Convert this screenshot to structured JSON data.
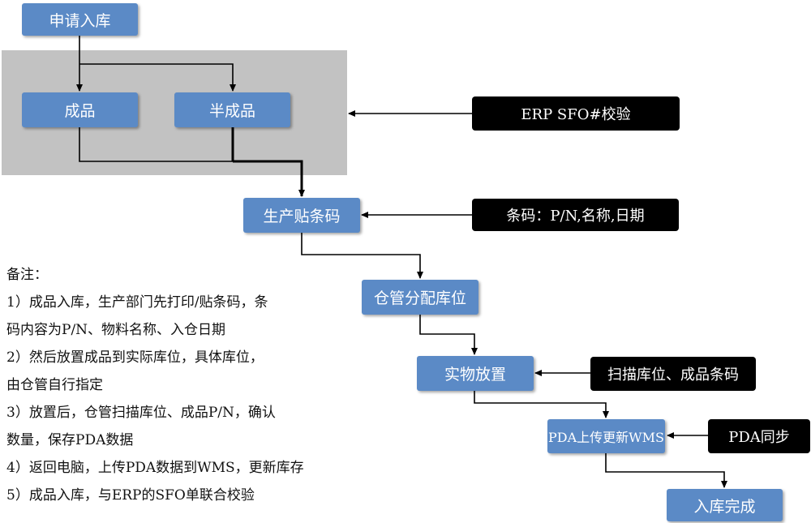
{
  "nodes": {
    "apply": "申请入库",
    "finished": "成品",
    "semi": "半成品",
    "label": "生产贴条码",
    "assign": "仓管分配库位",
    "place": "实物放置",
    "upload": "PDA上传更新WMS",
    "done": "入库完成"
  },
  "annotations": {
    "erp_check": "ERP SFO#校验",
    "barcode": "条码：P/N,名称,日期",
    "scan": "扫描库位、成品条码",
    "sync": "PDA同步"
  },
  "notes": {
    "title": "备注：",
    "lines": [
      "1）成品入库，生产部门先打印/贴条码，条",
      "码内容为P/N、物料名称、入仓日期",
      "2）然后放置成品到实际库位，具体库位，",
      "由仓管自行指定",
      "3）放置后，仓管扫描库位、成品P/N，确认",
      "数量，保存PDA数据",
      "4）返回电脑，上传PDA数据到WMS，更新库存",
      "5）成品入库，与ERP的SFO单联合校验"
    ]
  },
  "colors": {
    "process_box": "#5b8ac6",
    "annotation_box": "#000000",
    "group_background": "#c2c2c2",
    "connector": "#000000"
  }
}
